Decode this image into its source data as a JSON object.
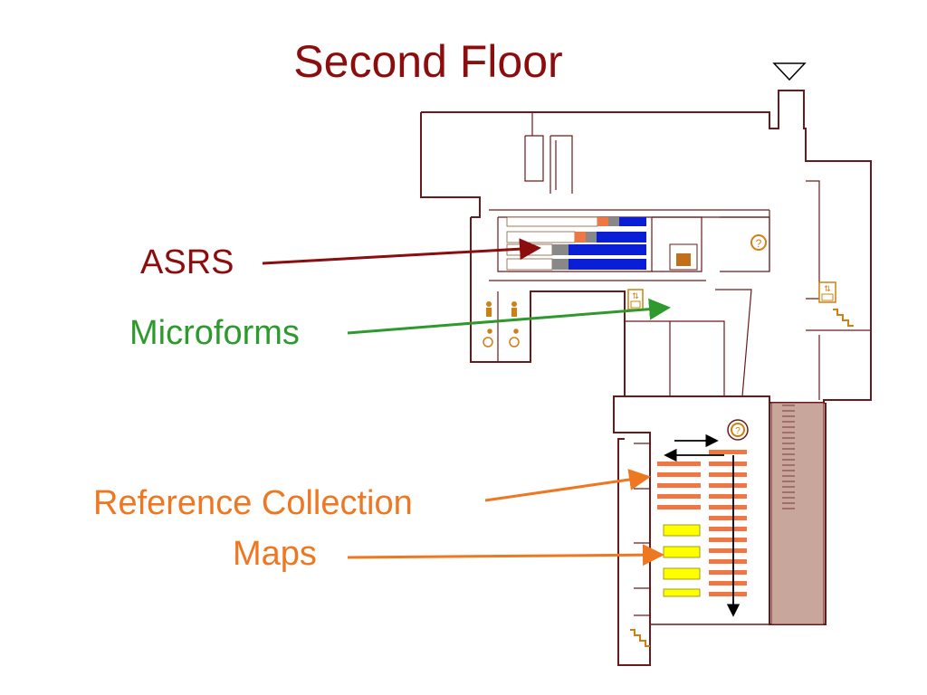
{
  "title": "Second Floor",
  "colors": {
    "title": "#8b0d0d",
    "wall": "#6a1a1a",
    "asrs": "#8b0d0d",
    "microforms": "#2e9a2e",
    "reference": "#ee7722",
    "shelf_blue": "#0a1ed6",
    "shelf_orange": "#ee7744",
    "shelf_gray": "#888888",
    "maps_yellow": "#ffff00",
    "stair_fill": "#c9a69c",
    "icon_orange": "#d08010"
  },
  "labels": {
    "asrs": "ASRS",
    "microforms": "Microforms",
    "reference": "Reference Collection",
    "maps": "Maps"
  },
  "icons": [
    "north-triangle-icon",
    "information-desk-icon",
    "elevator-icon",
    "restroom-icon",
    "wheelchair-icon",
    "stairs-icon",
    "microform-reader-icon"
  ]
}
